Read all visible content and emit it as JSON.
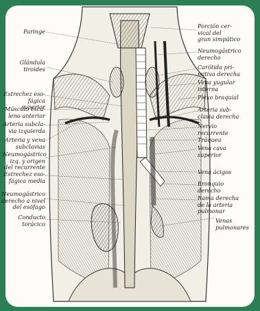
{
  "labels_left": [
    {
      "id": "faringe",
      "text": "Faringe"
    },
    {
      "id": "glandula-tiroides",
      "text": "Glándula\ntiroides"
    },
    {
      "id": "estrechez-esofagica-superior",
      "text": "Estrechez eso-\nfágica superior"
    },
    {
      "id": "musculo-escaleno-anterior",
      "text": "Músculo esca-\nleno anterior"
    },
    {
      "id": "arteria-subclavia-izquierda",
      "text": "Arteria subcla-\nvia izquierda"
    },
    {
      "id": "arteria-vena-subclavias",
      "text": "Arteria y vena\nsubclavias"
    },
    {
      "id": "neumogastrico-izq-recurrente",
      "text": "Neumogástrico\nizq. y origen\ndel recurrente"
    },
    {
      "id": "estrechez-esofagica-media",
      "text": "Estrechez eso-\nfágica media"
    },
    {
      "id": "neumogastrico-derecho-esofago",
      "text": "Neumogástrico\nderecho a nivel\ndel esófago"
    },
    {
      "id": "conducto-toracico",
      "text": "Conducto\ntorácico"
    }
  ],
  "labels_right": [
    {
      "id": "porcion-cervical-simpatico",
      "text": "Porción cer-\nvical del\ngran simpático"
    },
    {
      "id": "neumogastrico-derecho",
      "text": "Neumogástrico\nderecho"
    },
    {
      "id": "carotida-primitiva-derecha",
      "text": "Carótida pri-\nmitiva derecha"
    },
    {
      "id": "vena-yugular-interna",
      "text": "Vena yugular\ninterna"
    },
    {
      "id": "plexo-braquial",
      "text": "Plexo braquial"
    },
    {
      "id": "arteria-subclavia-derecha",
      "text": "Arteria sub-\nclavia derecha"
    },
    {
      "id": "nervio-recurrente",
      "text": "Nervio\nrecurrente"
    },
    {
      "id": "traquea",
      "text": "Tráquea"
    },
    {
      "id": "vena-cava-superior",
      "text": "Vena cava\nsuperior"
    },
    {
      "id": "vena-acigos",
      "text": "Vena ácigos"
    },
    {
      "id": "bronquio-derecho",
      "text": "Bronquio\nderecho"
    },
    {
      "id": "rama-derecha-arteria-pulmonar",
      "text": "Rama derecha\nde la arteria\npulmonar"
    },
    {
      "id": "venas-pulmonares",
      "text": "Venas\npulmonares"
    }
  ],
  "colors": {
    "frame": "#2c7f55",
    "paper": "#fdfcf8",
    "ink": "#1b1b1b"
  }
}
